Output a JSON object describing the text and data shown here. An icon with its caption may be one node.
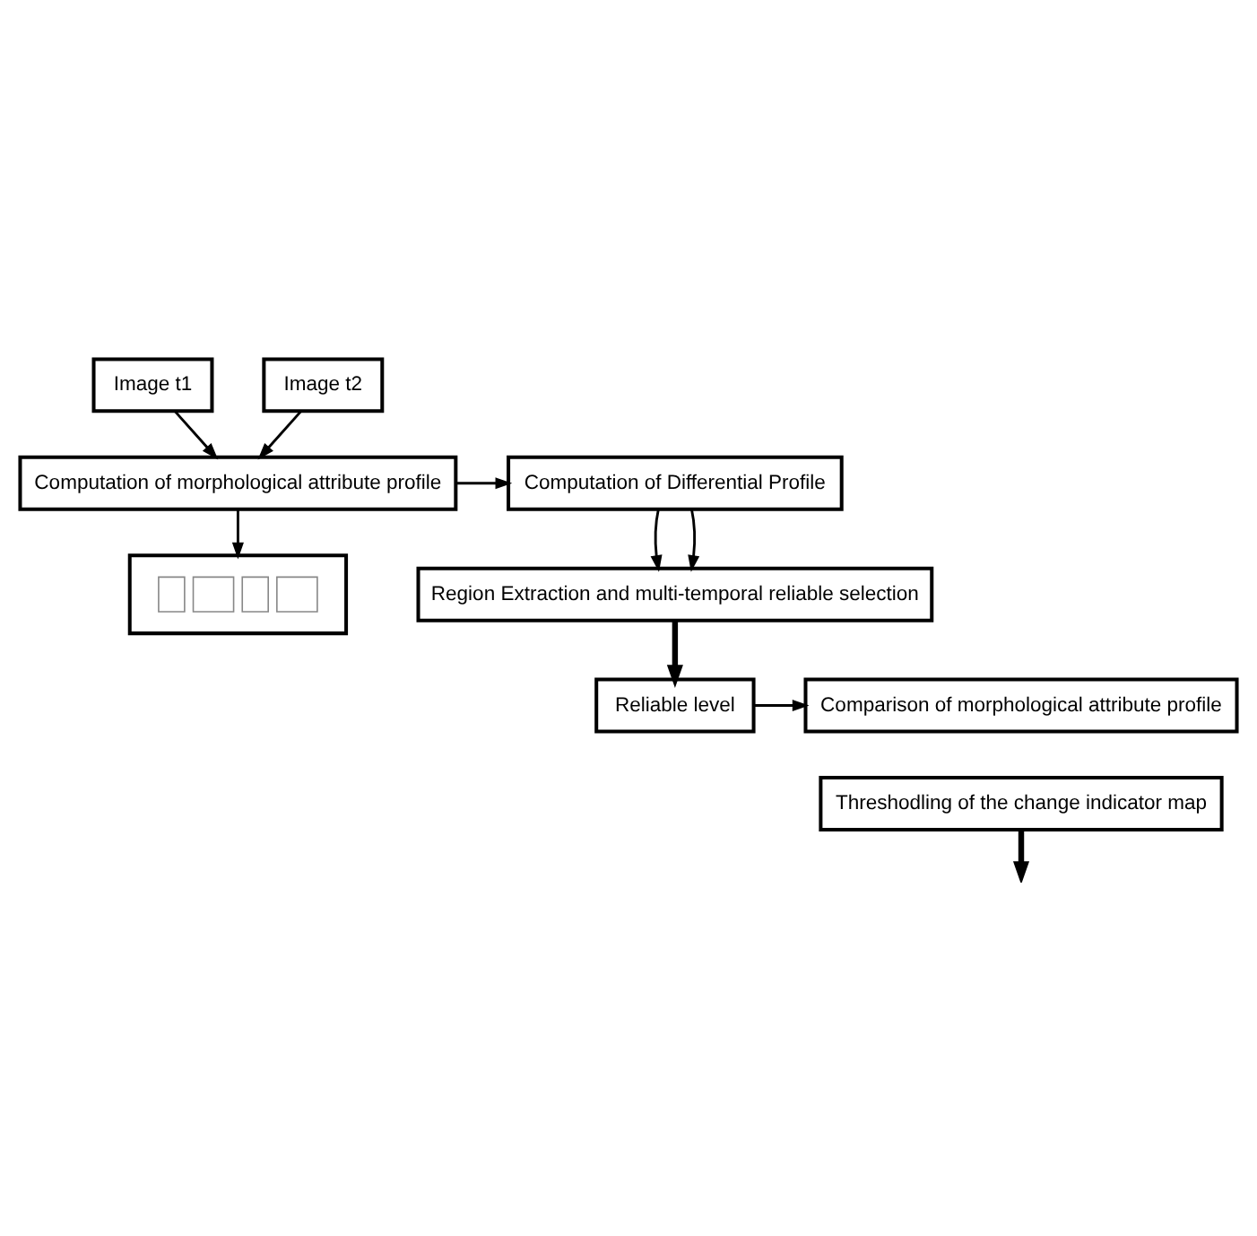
{
  "diagram": {
    "nodes": [
      {
        "text": [
          "Image t1"
        ]
      },
      {
        "text": [
          "Image t2"
        ]
      },
      {
        "text": [
          "Computation of morphological attribute profile"
        ]
      },
      {
        "text": [
          "Computation of Differential Profile"
        ]
      },
      {
        "text": [],
        "shape": "picture"
      },
      {
        "text": [
          "Region Extraction and multi-temporal reliable selection"
        ]
      },
      {
        "text": [
          "Reliable level"
        ]
      },
      {
        "text": [
          "Comparison of morphological attribute profile"
        ]
      },
      {
        "text": [
          "Threshodling of the change indicator map"
        ]
      }
    ],
    "edges": [
      {
        "from": 0,
        "to": 2,
        "arrow": "to"
      },
      {
        "from": 1,
        "to": 2,
        "arrow": "to"
      },
      {
        "from": 2,
        "to": 3,
        "arrow": "to"
      },
      {
        "from": 2,
        "to": 4,
        "arrow": "to"
      },
      {
        "from": 3,
        "to": 5,
        "arrow": "to"
      },
      {
        "from": 3,
        "to": 5,
        "arrow": "to"
      },
      {
        "from": 5,
        "to": 6,
        "arrow": "to",
        "style": "thick"
      },
      {
        "from": 6,
        "to": 7,
        "arrow": "to"
      },
      {
        "from": 8,
        "to": null,
        "arrow": "to",
        "style": "thick"
      }
    ]
  }
}
